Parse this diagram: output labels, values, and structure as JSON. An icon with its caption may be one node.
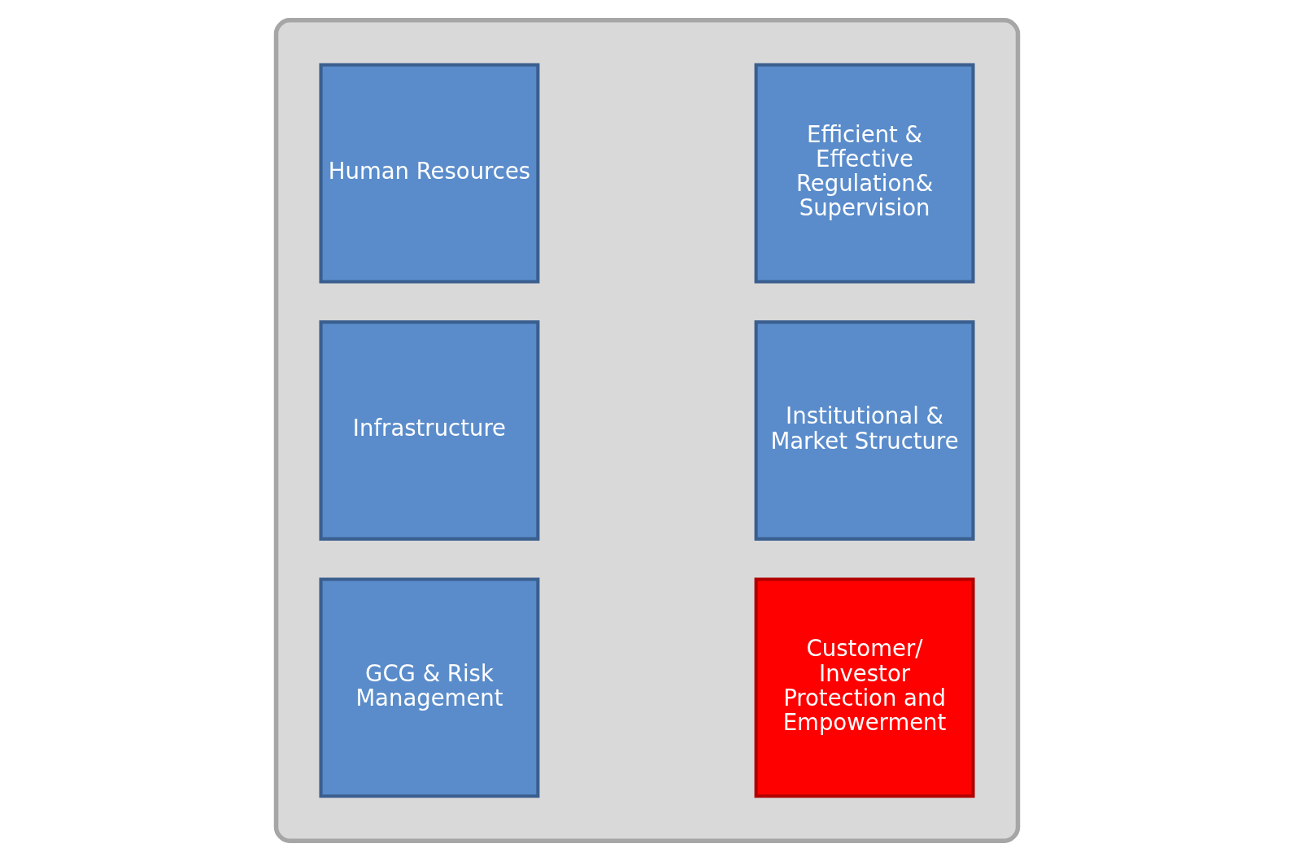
{
  "diagram": {
    "nodes": [
      {
        "text": [],
        "shape": "box"
      },
      {
        "text": [
          "Human Resources"
        ],
        "in": 0
      },
      {
        "text": [
          "Efficient & Effective Regulation& Supervision"
        ],
        "in": 0
      },
      {
        "text": [
          "Infrastructure"
        ],
        "in": 0
      },
      {
        "text": [
          "Institutional & Market Structure"
        ],
        "in": 0
      },
      {
        "text": [
          "GCG & Risk Management"
        ],
        "in": 0
      },
      {
        "text": [
          "Customer/ Investor Protection and Empowerment"
        ],
        "in": 0
      }
    ],
    "edges": []
  }
}
